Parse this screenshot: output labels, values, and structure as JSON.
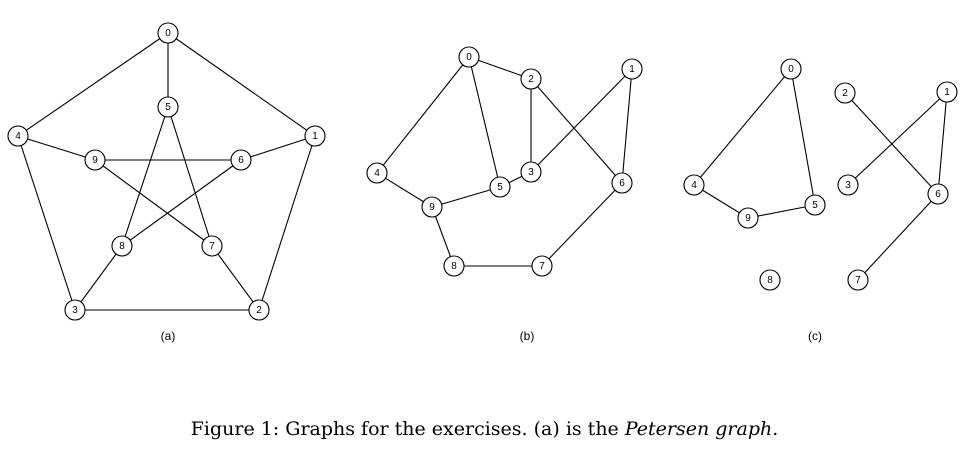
{
  "panels": [
    {
      "label": "(a)",
      "nodes": [
        "0",
        "1",
        "2",
        "3",
        "4",
        "5",
        "6",
        "7",
        "8",
        "9"
      ],
      "edges": [
        [
          "0",
          "1"
        ],
        [
          "1",
          "2"
        ],
        [
          "2",
          "3"
        ],
        [
          "3",
          "4"
        ],
        [
          "4",
          "0"
        ],
        [
          "0",
          "5"
        ],
        [
          "1",
          "6"
        ],
        [
          "2",
          "7"
        ],
        [
          "3",
          "8"
        ],
        [
          "4",
          "9"
        ],
        [
          "5",
          "7"
        ],
        [
          "7",
          "9"
        ],
        [
          "9",
          "6"
        ],
        [
          "6",
          "8"
        ],
        [
          "8",
          "5"
        ]
      ]
    },
    {
      "label": "(b)",
      "nodes": [
        "0",
        "1",
        "2",
        "3",
        "4",
        "5",
        "6",
        "7",
        "8",
        "9"
      ],
      "edges": [
        [
          "0",
          "2"
        ],
        [
          "0",
          "4"
        ],
        [
          "0",
          "5"
        ],
        [
          "2",
          "3"
        ],
        [
          "2",
          "6"
        ],
        [
          "1",
          "3"
        ],
        [
          "1",
          "6"
        ],
        [
          "4",
          "9"
        ],
        [
          "9",
          "5"
        ],
        [
          "5",
          "3"
        ],
        [
          "9",
          "8"
        ],
        [
          "8",
          "7"
        ],
        [
          "7",
          "6"
        ]
      ]
    },
    {
      "label": "(c)",
      "nodes": [
        "0",
        "1",
        "2",
        "3",
        "4",
        "5",
        "6",
        "7",
        "8",
        "9"
      ],
      "edges": [
        [
          "0",
          "4"
        ],
        [
          "0",
          "5"
        ],
        [
          "4",
          "9"
        ],
        [
          "9",
          "5"
        ],
        [
          "2",
          "6"
        ],
        [
          "1",
          "3"
        ],
        [
          "1",
          "6"
        ],
        [
          "6",
          "7"
        ]
      ]
    }
  ],
  "caption": {
    "prefix": "Figure 1: Graphs for the exercises. (a) is the ",
    "emphasis": "Petersen graph",
    "suffix": "."
  }
}
